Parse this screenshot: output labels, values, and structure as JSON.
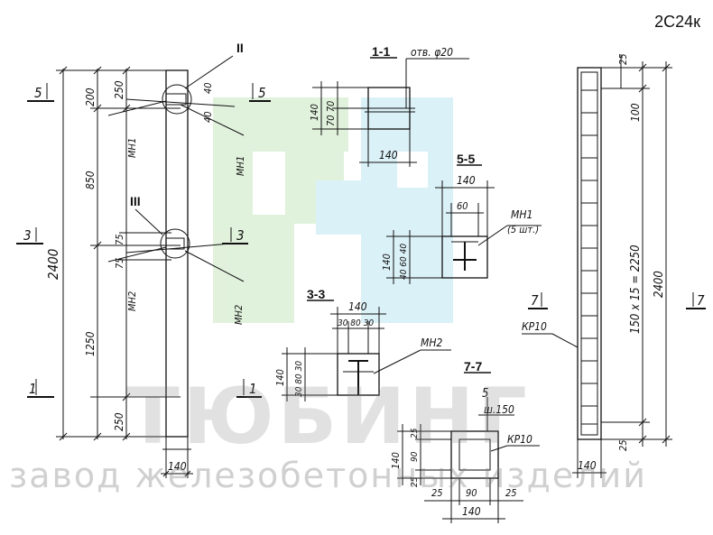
{
  "drawing": {
    "code": "2С24к",
    "watermark": {
      "brand": "ТЮБИНГ",
      "tagline": "завод железобетонных изделий"
    },
    "sections": {
      "s11": "1-1",
      "s55": "5-5",
      "s33": "3-3",
      "s77": "7-7",
      "detail2": "II",
      "detail3": "III"
    },
    "cut_marks": {
      "m5": "5",
      "m3": "3",
      "m1": "1",
      "m7": "7"
    },
    "labels": {
      "hole": "отв. φ20",
      "mn1": "МН1",
      "mn1_qty": "(5 шт.)",
      "mn2": "МН2",
      "kr10": "КР10",
      "step": "ш.150"
    },
    "dims": {
      "total_h": "2400",
      "top200": "200",
      "d850": "850",
      "d1250": "1250",
      "d250": "250",
      "d40": "40",
      "d75": "75",
      "width140": "140",
      "d70_70": "70 70",
      "d30_80_30": "30 80 30",
      "d60": "60",
      "d40_60_40": "40 60 40",
      "d25": "25",
      "d90": "90",
      "d5": "5",
      "d100": "100",
      "d150x15": "150 x 15 = 2250"
    }
  }
}
